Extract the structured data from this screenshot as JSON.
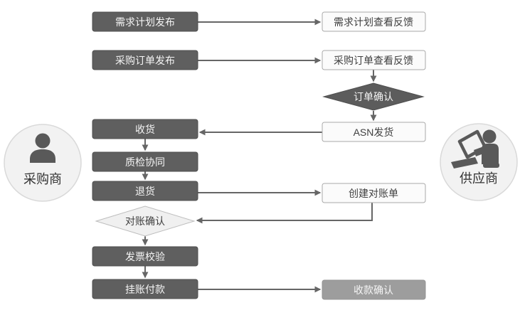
{
  "diagram": {
    "title_implicit": "",
    "actors": {
      "buyer": {
        "label": "采购商"
      },
      "supplier": {
        "label": "供应商"
      }
    },
    "nodes": {
      "demand_plan_publish": "需求计划发布",
      "demand_plan_feedback": "需求计划查看反馈",
      "po_publish": "采购订单发布",
      "po_feedback": "采购订单查看反馈",
      "order_confirm": "订单确认",
      "receiving": "收货",
      "asn_ship": "ASN发货",
      "quality_collab": "质检协同",
      "returns": "退货",
      "create_statement": "创建对账单",
      "statement_confirm": "对账确认",
      "invoice_check": "发票校验",
      "payment": "挂账付款",
      "receipt_confirm": "收款确认"
    },
    "colors": {
      "dark_box": "#5f5f5f",
      "dark_box_border": "#4f4f4f",
      "dark_text": "#f5f5f5",
      "light_box": "#fbfbfb",
      "light_box_border": "#a9a9a9",
      "light_text": "#3f3f3f",
      "gray_box": "#9d9d9d",
      "gray_box_border": "#949494",
      "dark_diamond": "#5c5c5c",
      "light_diamond": "#f0f0f0",
      "light_diamond_border": "#bdbdbd",
      "line": "#666666",
      "circle_fill": "#f2f2f2",
      "circle_border": "#d9d9d9",
      "icon": "#595959",
      "actor_text": "#333333"
    }
  }
}
